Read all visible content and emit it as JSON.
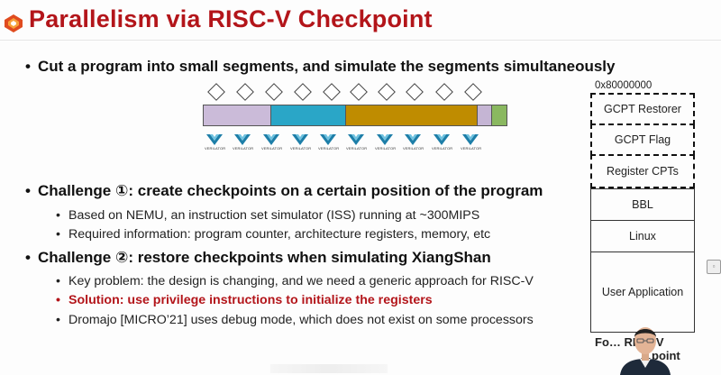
{
  "slide": {
    "title": "Parallelism via RISC-V Checkpoint",
    "bullets": [
      {
        "text": "Cut a program into small segments, and simulate the segments simultaneously"
      },
      {
        "text": "Challenge ①: create checkpoints on a certain position of the program",
        "sub": [
          "Based on NEMU, an instruction set simulator (ISS) running at ~300MIPS",
          "Required information: program counter, architecture registers, memory, etc"
        ]
      },
      {
        "text": "Challenge ②: restore checkpoints when simulating XiangShan",
        "sub": [
          "Key problem: the design is changing, and we need a generic approach for RISC-V",
          "Solution: use privilege instructions to initialize the registers",
          "Dromajo [MICRO’21] uses debug mode, which does not exist on some processors"
        ]
      }
    ]
  },
  "segments": {
    "colors": [
      "#cbbbd9",
      "#2aa6c7",
      "#bf8c00",
      "#c5b5d4",
      "#8ab860"
    ],
    "verilator_label": "VERILATOR",
    "verilator_count": 10,
    "checkpoint_count": 10
  },
  "memory_stack": {
    "address": "0x80000000",
    "blocks": [
      {
        "label": "GCPT Restorer",
        "style": "dashed"
      },
      {
        "label": "GCPT Flag",
        "style": "dashed"
      },
      {
        "label": "Register CPTs",
        "style": "dashed"
      },
      {
        "label": "BBL",
        "style": "solid"
      },
      {
        "label": "Linux",
        "style": "solid"
      },
      {
        "label": "User Application",
        "style": "solid"
      }
    ],
    "caption": "Fo… RISC-V",
    "caption2": "…point"
  },
  "colors": {
    "title_red": "#b3151a",
    "dark": "#111111"
  }
}
